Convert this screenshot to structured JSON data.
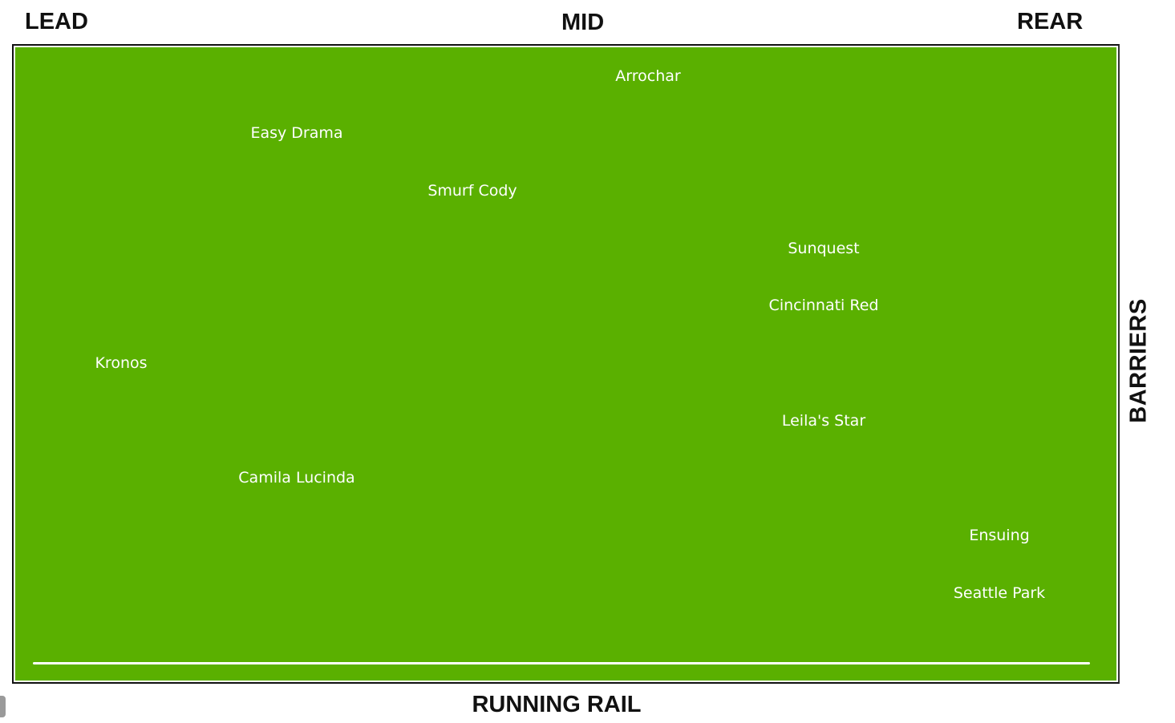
{
  "labels": {
    "lead": "LEAD",
    "mid": "MID",
    "rear": "REAR",
    "barriers": "BARRIERS",
    "running_rail": "RUNNING RAIL"
  },
  "colors": {
    "turf": "#5ab000",
    "text_on_turf": "#ffffff",
    "rail": "#ffffff"
  },
  "runners": [
    {
      "name": "Arrochar",
      "position_zone": "mid",
      "order": 1
    },
    {
      "name": "Easy Drama",
      "position_zone": "lead",
      "order": 2
    },
    {
      "name": "Smurf Cody",
      "position_zone": "mid",
      "order": 3
    },
    {
      "name": "Sunquest",
      "position_zone": "mid",
      "order": 4
    },
    {
      "name": "Cincinnati Red",
      "position_zone": "mid",
      "order": 5
    },
    {
      "name": "Kronos",
      "position_zone": "lead",
      "order": 6
    },
    {
      "name": "Leila's Star",
      "position_zone": "mid",
      "order": 7
    },
    {
      "name": "Camila Lucinda",
      "position_zone": "lead",
      "order": 8
    },
    {
      "name": "Ensuing",
      "position_zone": "rear",
      "order": 9
    },
    {
      "name": "Seattle Park",
      "position_zone": "rear",
      "order": 10
    }
  ]
}
